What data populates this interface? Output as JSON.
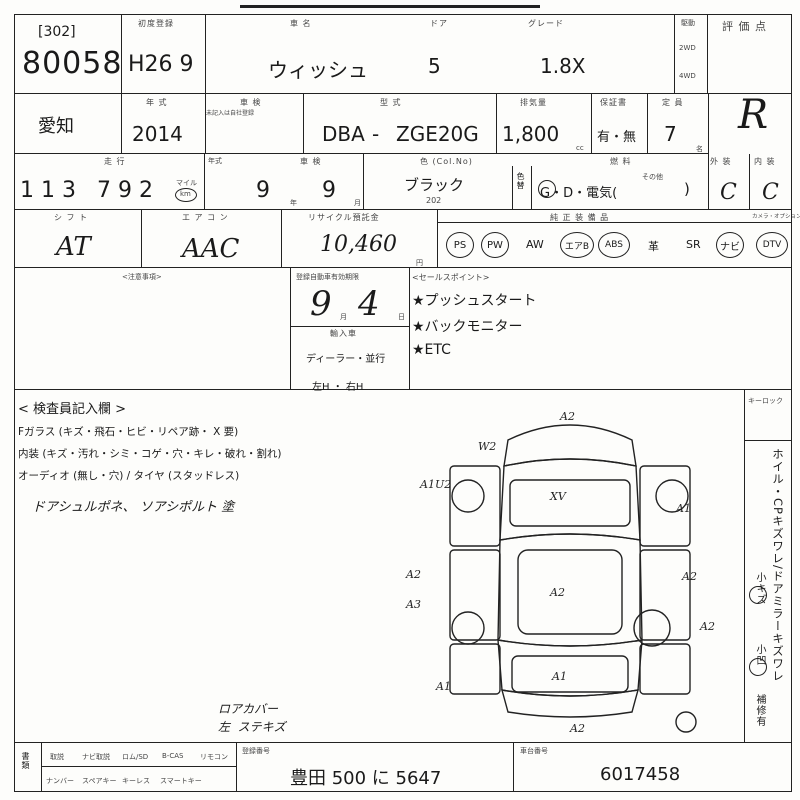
{
  "header": {
    "title": ""
  },
  "row1": {
    "first_reg_label": "初度登録",
    "lot_small": "[302]",
    "lot": "80058",
    "first_reg": "H26 9",
    "car_name_label": "車 名",
    "car_name": "ウィッシュ",
    "doors_label": "ドア",
    "doors": "5",
    "grade_label": "グレード",
    "grade": "1.8X",
    "drive_2wd": "2WD",
    "drive_4wd": "4WD",
    "drive_label": "駆動",
    "score_label": "評 価 点",
    "score": "R"
  },
  "row2": {
    "region": "愛知",
    "year_label": "年 式",
    "year": "2014",
    "shaken_label": "車 検",
    "shaken_note": "未記入は自社登録",
    "model_label": "型 式",
    "model_prefix": "DBA",
    "model_dash": "-",
    "model_code": "ZGE20G",
    "disp_label": "排気量",
    "displacement": "1,800",
    "cc": "cc",
    "warranty_label": "保証書",
    "warranty": "有・無",
    "capacity_label": "定 員",
    "capacity": "7",
    "person": "名"
  },
  "row3": {
    "mileage_label": "走 行",
    "mileage": "113 792",
    "mile_unit_top": "マイル",
    "mile_unit": "km",
    "date_label": "年式",
    "month": "9",
    "shaken_date_label": "車 検",
    "shaken_month": "9",
    "year_suffix": "年",
    "month_suffix": "月",
    "color_label": "色 (Col.No)",
    "color": "ブラック",
    "color_no": "202",
    "recolor_label": "色替",
    "fuel_label": "燃 料",
    "fuel": "G・D・電気(",
    "fuel_other": "その他",
    "fuel_close": ")",
    "ext_label": "外 装",
    "ext": "C",
    "int_label": "内 装",
    "int": "C"
  },
  "row4": {
    "shift_label": "シ フ ト",
    "shift": "AT",
    "ac_label": "エ ア コ ン",
    "ac": "AAC",
    "recycle_label": "リサイクル預託金",
    "recycle": "10,460",
    "yen": "円",
    "options_label": "純 正 装 備 品",
    "options_circled": [
      "PS",
      "PW",
      "AW",
      "エアB",
      "ABS",
      "革",
      "SR",
      "ナビ",
      "DTV"
    ],
    "camera_label": "カメラ・オプション"
  },
  "notes": {
    "precaution_label": "<注意事項>",
    "inspection_label": "登録自動車有効期限",
    "insp_month": "9",
    "insp_day": "4",
    "month": "月",
    "day": "日",
    "import_label": "輸入車",
    "import_dealer": "ディーラー・並行",
    "handle": "左H ・ 右H",
    "sales_label": "<セールスポイント>",
    "sales_points": [
      "★プッシュスタート",
      "★バックモニター",
      "★ETC"
    ]
  },
  "inspector": {
    "title": "< 検査員記入欄 >",
    "line1": "Fガラス (キズ・飛石・ヒビ・リペア跡・ X 要)",
    "line2": "内装 (キズ・汚れ・シミ・コゲ・穴・キレ・破れ・割れ)",
    "line3": "オーディオ (無し・穴) / タイヤ (スタッドレス)",
    "hand_note": "ドアシュルポネ、  ソアシポルト 塗",
    "hand_note2": "ロアカバー\n左  ステキズ",
    "key_label": "キーロック",
    "wheel_note": "ホイル・CPキズワレ/ドアミラーキズワレ",
    "wheel_small": "小キズ",
    "wheel_small2": "小凹",
    "wheel_repair": "補修有",
    "car_marks": [
      "A2",
      "W2",
      "XV",
      "A1U2",
      "A1",
      "A2",
      "A2",
      "A3",
      "A2",
      "A2",
      "A1",
      "A1",
      "A2"
    ]
  },
  "footer": {
    "docs_label": "書類",
    "items_row1": [
      "取説",
      "ナビ取説",
      "ロム/SD",
      "B-CAS",
      "リモコン"
    ],
    "items_row2": [
      "ナンバー",
      "スペアキー",
      "キーレス",
      "スマートキー"
    ],
    "reg_label": "登録番号",
    "plate": "豊田 500 に 5647",
    "chassis_label": "車台番号",
    "chassis": "6017458"
  }
}
